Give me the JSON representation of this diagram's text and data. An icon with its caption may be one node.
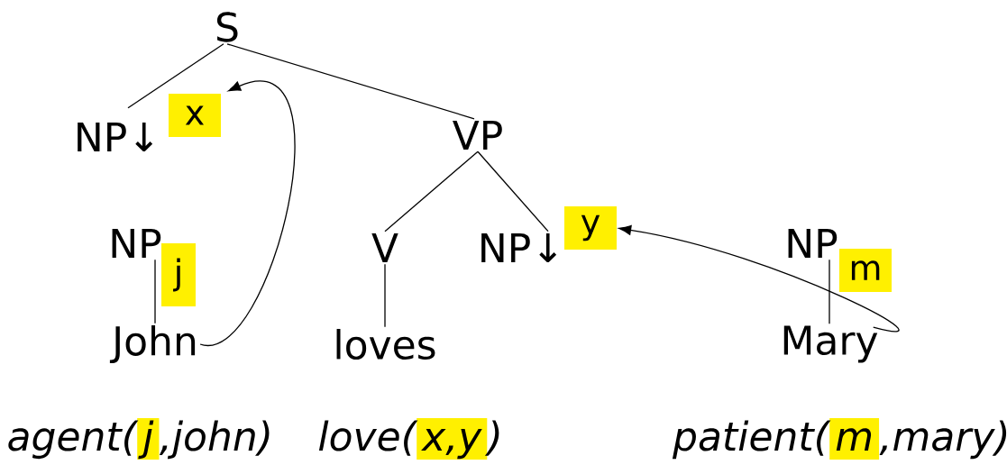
{
  "diagram": {
    "nodes": [
      {
        "text": [
          "S"
        ]
      },
      {
        "text": [
          "NP↓"
        ]
      },
      {
        "text": [
          "x"
        ]
      },
      {
        "text": [
          "VP"
        ]
      },
      {
        "text": [
          "V"
        ]
      },
      {
        "text": [
          "NP↓"
        ]
      },
      {
        "text": [
          "y"
        ]
      },
      {
        "text": [
          "NP"
        ]
      },
      {
        "text": [
          "j"
        ]
      },
      {
        "text": [
          "John"
        ]
      },
      {
        "text": [
          "loves"
        ]
      },
      {
        "text": [
          "NP"
        ]
      },
      {
        "text": [
          "m"
        ]
      },
      {
        "text": [
          "Mary"
        ]
      },
      {
        "text": [
          "j"
        ]
      },
      {
        "text": [
          "x,y"
        ]
      },
      {
        "text": [
          "m"
        ]
      }
    ],
    "edges": [
      {
        "from": 0,
        "to": 1,
        "arrow": "none"
      },
      {
        "from": 0,
        "to": 3,
        "arrow": "none"
      },
      {
        "from": 3,
        "to": 4,
        "arrow": "none"
      },
      {
        "from": 3,
        "to": 5,
        "arrow": "none"
      },
      {
        "from": 4,
        "to": 10,
        "arrow": "none"
      },
      {
        "from": 7,
        "to": 9,
        "arrow": "none"
      },
      {
        "from": 11,
        "to": 13,
        "arrow": "none"
      },
      {
        "from": 9,
        "to": 2,
        "arrow": "to"
      },
      {
        "from": 13,
        "to": 6,
        "arrow": "to"
      }
    ],
    "labels": [
      "agent(",
      ",john)",
      "love(",
      ")",
      "patient(",
      ",mary)"
    ]
  }
}
